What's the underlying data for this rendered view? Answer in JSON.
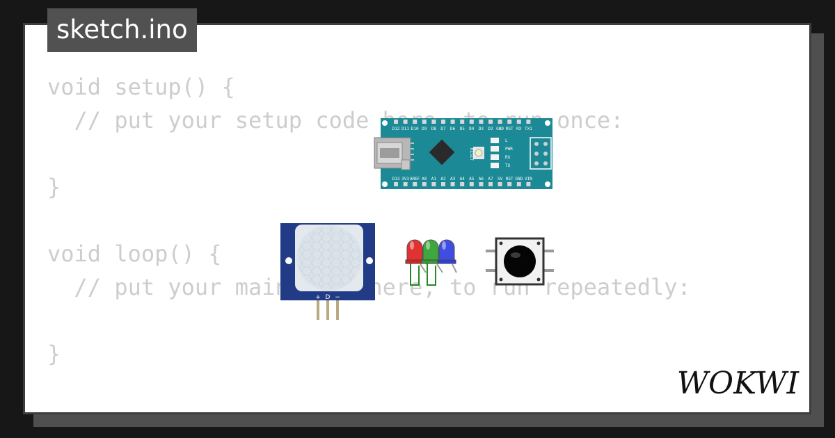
{
  "tab": {
    "filename": "sketch.ino"
  },
  "code_lines": [
    "void setup() {",
    "  // put your setup code here, to run once:",
    "",
    "}",
    "",
    "void loop() {",
    "  // put your main code here, to run repeatedly:",
    "",
    "}"
  ],
  "components": {
    "arduino_nano": {
      "top_pins": [
        "D12",
        "D11",
        "D10",
        "D9",
        "D8",
        "D7",
        "D6",
        "D5",
        "D4",
        "D3",
        "D2",
        "GND",
        "RST",
        "RX",
        "TX1"
      ],
      "bottom_pins": [
        "D13",
        "3V3",
        "AREF",
        "A0",
        "A1",
        "A2",
        "A3",
        "A4",
        "A5",
        "A6",
        "A7",
        "5V",
        "RST",
        "GND",
        "VIN"
      ],
      "leds": [
        "L",
        "PWR",
        "RX",
        "TX"
      ],
      "reset_label": "RESET"
    },
    "pir_sensor": {
      "pin_labels": [
        "+",
        "D",
        "−"
      ]
    },
    "leds": [
      {
        "color_name": "red",
        "color": "#e02020"
      },
      {
        "color_name": "green",
        "color": "#2ea02e"
      },
      {
        "color_name": "blue",
        "color": "#2f3fe0"
      }
    ],
    "pushbutton": {}
  },
  "colors": {
    "background": "#171717",
    "arduino_board": "#1b8a96",
    "pir_board": "#213b87",
    "wire": "#228b22"
  },
  "brand": {
    "logo": "WOKWI"
  }
}
